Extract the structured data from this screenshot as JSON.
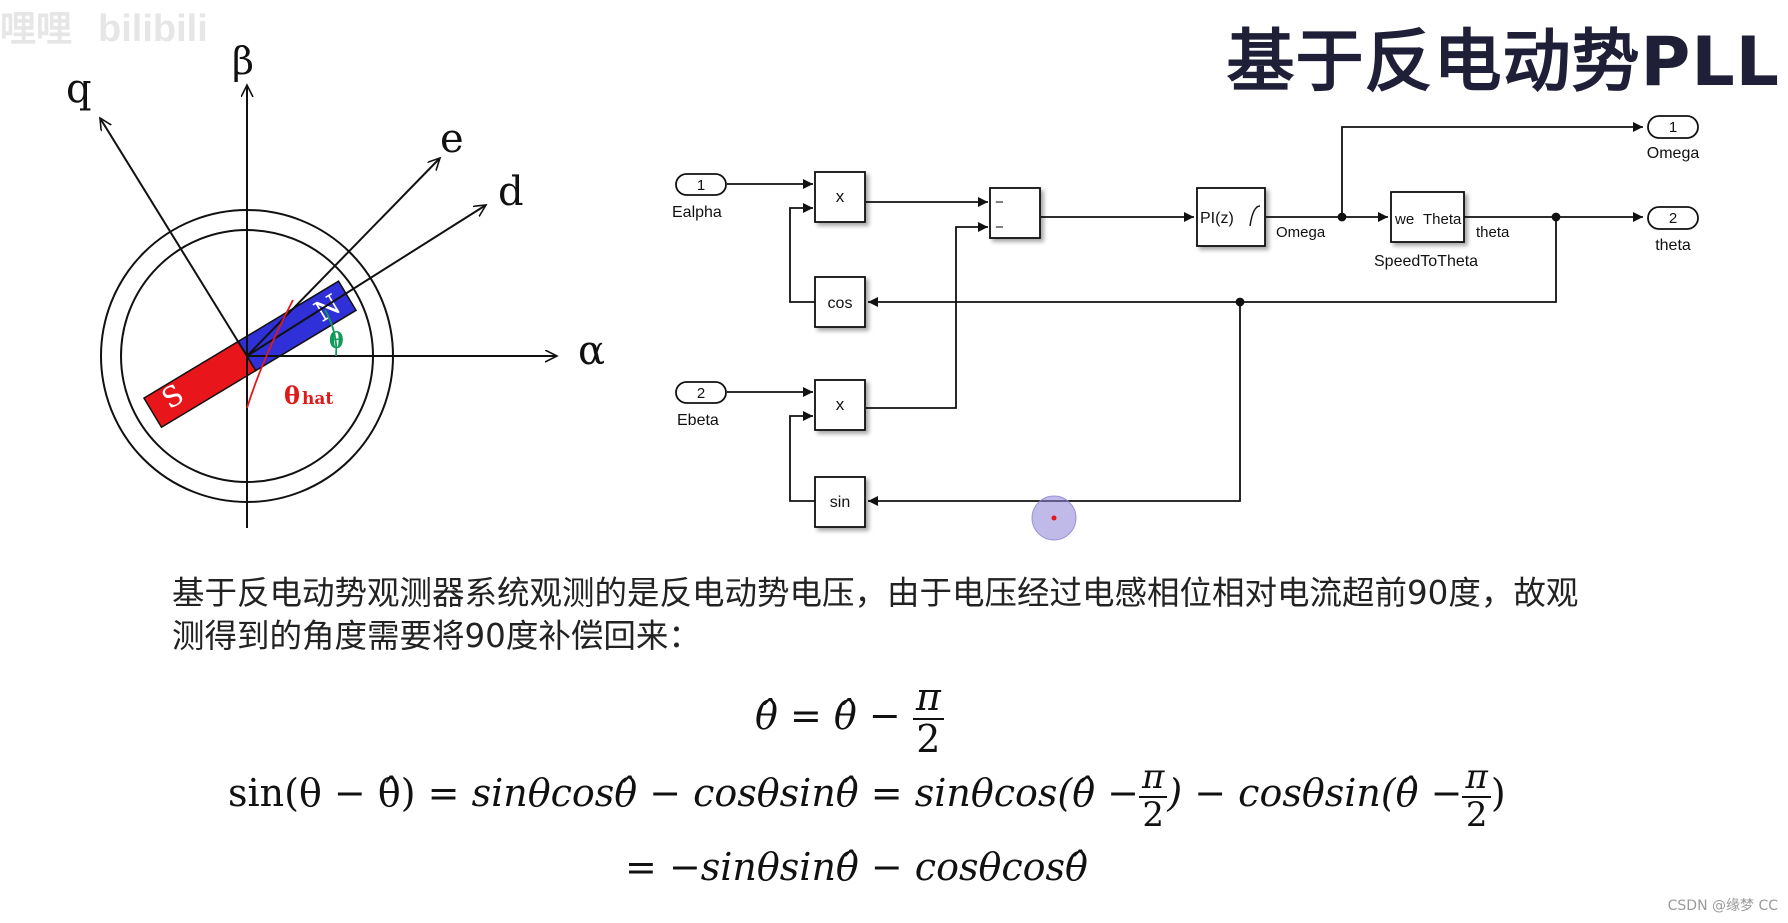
{
  "slide": {
    "title": "基于反电动势PLL"
  },
  "watermark": {
    "symbol": "哩哩",
    "brand": "bilibili"
  },
  "vector_diagram": {
    "axes": {
      "q": "q",
      "beta": "β",
      "e": "e",
      "d": "d",
      "alpha": "α"
    },
    "magnet": {
      "south": "S",
      "north": "N"
    },
    "angles": {
      "theta": "θ",
      "theta_hat": "θ",
      "theta_hat_sub": "hat"
    },
    "colors": {
      "south": "#e8161a",
      "north": "#3030d8",
      "theta_arc": "#139a5a",
      "theta_hat_arc": "#e0191b"
    }
  },
  "block_diagram": {
    "inports": [
      {
        "num": "1",
        "name": "Ealpha"
      },
      {
        "num": "2",
        "name": "Ebeta"
      }
    ],
    "outports": [
      {
        "num": "1",
        "name": "Omega"
      },
      {
        "num": "2",
        "name": "theta"
      }
    ],
    "blocks": {
      "product1": "x",
      "product2": "x",
      "cos": "cos",
      "sin": "sin",
      "sum_sign1": "−",
      "sum_sign2": "−",
      "pi": "PI(z)",
      "speed_in": "we",
      "speed_out": "Theta",
      "speed_name": "SpeedToTheta"
    },
    "signals": {
      "omega": "Omega",
      "theta": "theta"
    }
  },
  "description": "基于反电动势观测器系统观测的是反电动势电压，由于电压经过电感相位相对电流超前90度，故观测得到的角度需要将90度补偿回来：",
  "equations": {
    "eq1": {
      "lhs": "θ̂",
      "eq": "=",
      "rhs": "θ̂",
      "minus": "−",
      "num": "π",
      "den": "2"
    },
    "eq2": {
      "lhs": "sin(θ − θ̂)",
      "eq": "=",
      "t1": "sinθcosθ̂ − cosθsinθ̂",
      "eq_b": "=",
      "t2a": "sinθcos(θ̂ −",
      "t2b": ") − cosθsin(θ̂ −",
      "t2c": ")",
      "num": "π",
      "den": "2"
    },
    "eq3": {
      "eq": "=",
      "rhs": "−sinθsinθ̂ − cosθcosθ̂"
    }
  },
  "credit": "CSDN @缘梦 CC"
}
